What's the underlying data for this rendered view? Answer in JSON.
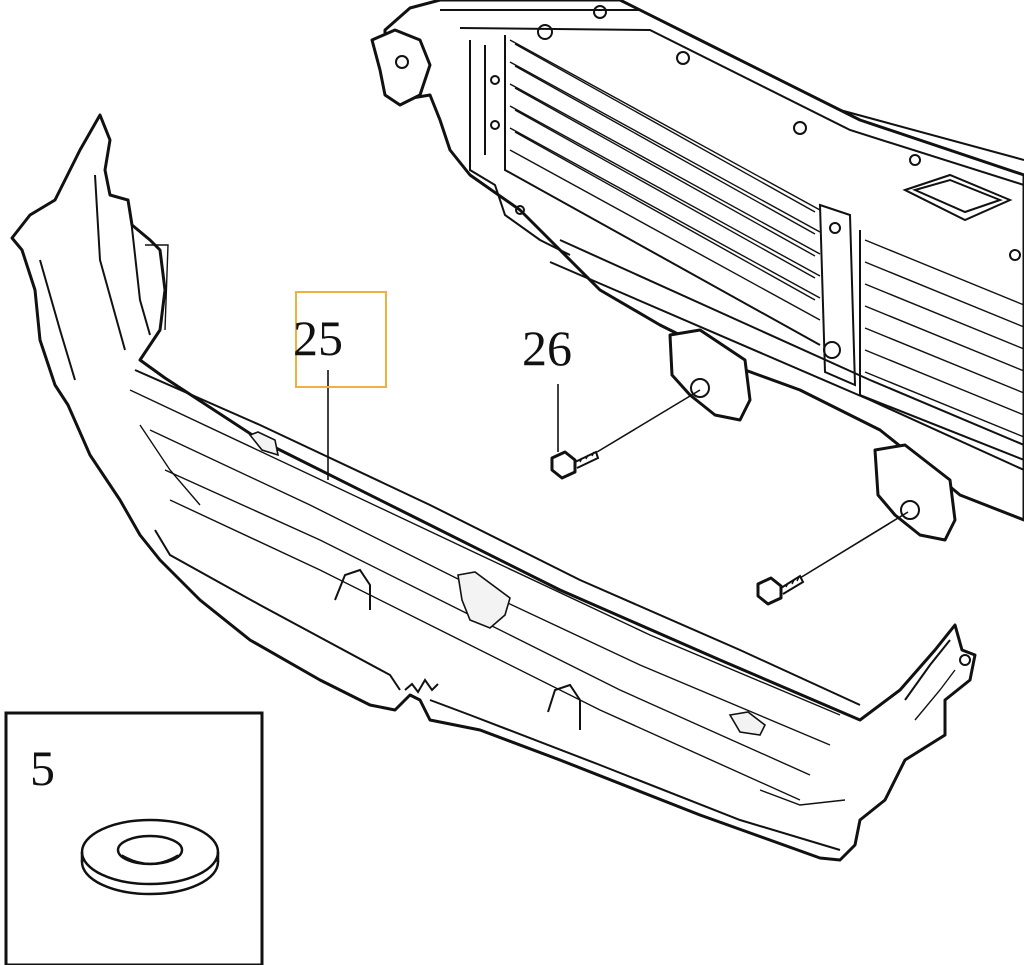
{
  "callouts": {
    "part_25": "25",
    "part_26": "26",
    "part_5": "5"
  },
  "colors": {
    "highlight_box": "#F0B040",
    "line": "#111111",
    "background": "#FFFFFF"
  }
}
